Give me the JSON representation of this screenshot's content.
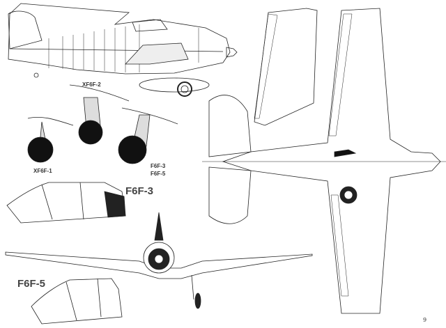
{
  "labels": {
    "side_view": "XF6F-2",
    "gear_1": "XF6F-1",
    "gear_2a": "F6F-3",
    "gear_2b": "F6F-5",
    "canopy_f6f3": "F6F-3",
    "canopy_f6f5": "F6F-5"
  },
  "page_number": "9",
  "colors": {
    "line": "#222222",
    "fill_dark": "#111111",
    "paper": "#ffffff"
  }
}
